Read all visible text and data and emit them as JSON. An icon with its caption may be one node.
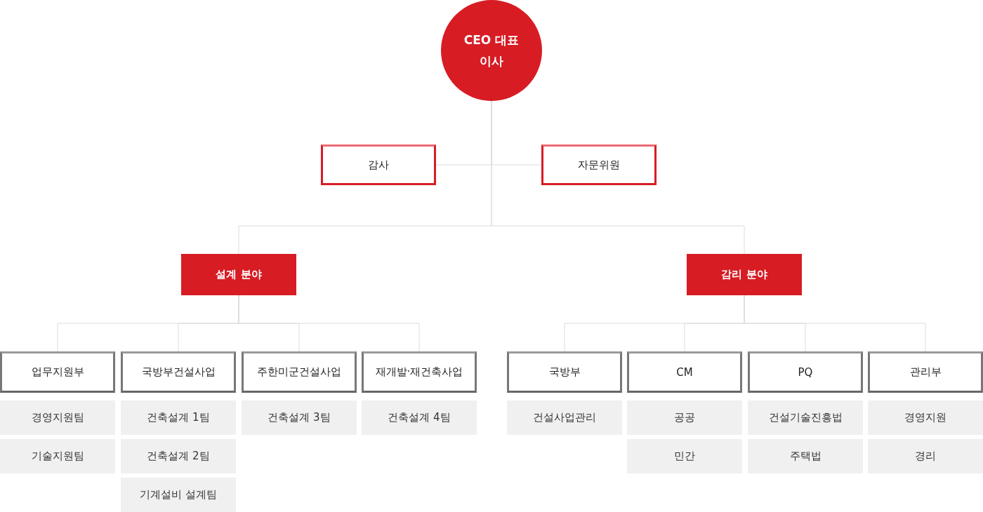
{
  "diagram": {
    "nodes": [
      {
        "text": [
          "CEO 대표이사"
        ]
      },
      {
        "text": [
          "감사"
        ]
      },
      {
        "text": [
          "자문위원"
        ]
      },
      {
        "text": [
          "설계 분야"
        ]
      },
      {
        "text": [
          "감리 분야"
        ]
      },
      {
        "text": [
          "업무지원부"
        ]
      },
      {
        "text": [
          "국방부건설사업"
        ]
      },
      {
        "text": [
          "주한미군건설사업"
        ]
      },
      {
        "text": [
          "재개발·재건축사업"
        ]
      },
      {
        "text": [
          "국방부"
        ]
      },
      {
        "text": [
          "CM"
        ]
      },
      {
        "text": [
          "PQ"
        ]
      },
      {
        "text": [
          "관리부"
        ]
      },
      {
        "text": [
          "경영지원팀"
        ]
      },
      {
        "text": [
          "건축설계 1팀"
        ]
      },
      {
        "text": [
          "건축설계 3팀"
        ]
      },
      {
        "text": [
          "건축설계 4팀"
        ]
      },
      {
        "text": [
          "건설사업관리"
        ]
      },
      {
        "text": [
          "공공"
        ]
      },
      {
        "text": [
          "건설기술진흥법"
        ]
      },
      {
        "text": [
          "경영지원"
        ]
      },
      {
        "text": [
          "기술지원팀"
        ]
      },
      {
        "text": [
          "건축설계 2팀"
        ]
      },
      {
        "text": [
          "민간"
        ]
      },
      {
        "text": [
          "주택법"
        ]
      },
      {
        "text": [
          "경리"
        ]
      },
      {
        "text": [
          "기계설비 설계팀"
        ]
      }
    ],
    "edges": [
      {
        "from": 0,
        "to": 1,
        "arrow": "none"
      },
      {
        "from": 0,
        "to": 2,
        "arrow": "none"
      },
      {
        "from": 0,
        "to": 3,
        "arrow": "none"
      },
      {
        "from": 0,
        "to": 4,
        "arrow": "none"
      },
      {
        "from": 3,
        "to": 5,
        "arrow": "none"
      },
      {
        "from": 3,
        "to": 6,
        "arrow": "none"
      },
      {
        "from": 3,
        "to": 7,
        "arrow": "none"
      },
      {
        "from": 3,
        "to": 8,
        "arrow": "none"
      },
      {
        "from": 4,
        "to": 9,
        "arrow": "none"
      },
      {
        "from": 4,
        "to": 10,
        "arrow": "none"
      },
      {
        "from": 4,
        "to": 11,
        "arrow": "none"
      },
      {
        "from": 4,
        "to": 12,
        "arrow": "none"
      }
    ]
  }
}
